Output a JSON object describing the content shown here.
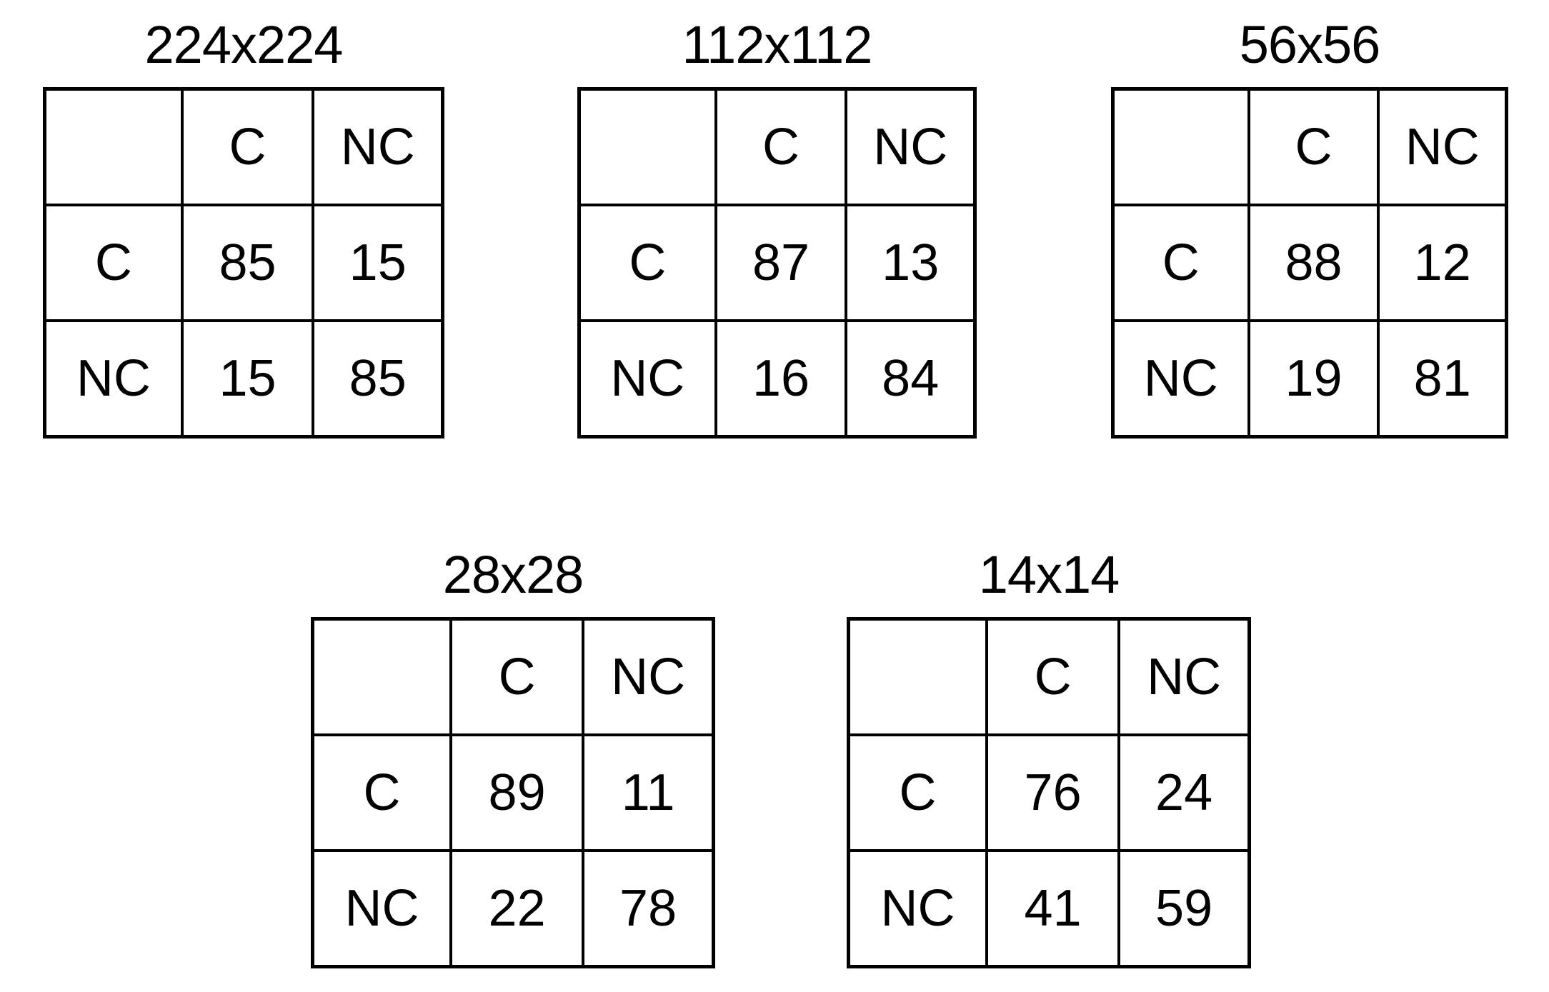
{
  "figure": {
    "kind": "confusion-matrix-grid",
    "row_header_blank": "",
    "class_labels": {
      "positive": "C",
      "negative": "NC"
    }
  },
  "chart_data": {
    "type": "table",
    "title": "",
    "description": "Five 2x2 confusion matrices (percent) at decreasing input image resolutions",
    "legend": [],
    "column_headers": [
      "",
      "C",
      "NC"
    ],
    "row_headers": [
      "C",
      "NC"
    ],
    "matrices": [
      {
        "title": "224x224",
        "columns": [
          "",
          "C",
          "NC"
        ],
        "rows": [
          {
            "header": "C",
            "values": [
              85,
              15
            ]
          },
          {
            "header": "NC",
            "values": [
              15,
              85
            ]
          }
        ]
      },
      {
        "title": "112x112",
        "columns": [
          "",
          "C",
          "NC"
        ],
        "rows": [
          {
            "header": "C",
            "values": [
              87,
              13
            ]
          },
          {
            "header": "NC",
            "values": [
              16,
              84
            ]
          }
        ]
      },
      {
        "title": "56x56",
        "columns": [
          "",
          "C",
          "NC"
        ],
        "rows": [
          {
            "header": "C",
            "values": [
              88,
              12
            ]
          },
          {
            "header": "NC",
            "values": [
              19,
              81
            ]
          }
        ]
      },
      {
        "title": "28x28",
        "columns": [
          "",
          "C",
          "NC"
        ],
        "rows": [
          {
            "header": "C",
            "values": [
              89,
              11
            ]
          },
          {
            "header": "NC",
            "values": [
              22,
              78
            ]
          }
        ]
      },
      {
        "title": "14x14",
        "columns": [
          "",
          "C",
          "NC"
        ],
        "rows": [
          {
            "header": "C",
            "values": [
              76,
              24
            ]
          },
          {
            "header": "NC",
            "values": [
              41,
              59
            ]
          }
        ]
      }
    ]
  },
  "matrices": [
    {
      "title": "224x224",
      "corner": "",
      "col_head_1": "C",
      "col_head_2": "NC",
      "row_head_1": "C",
      "row_head_2": "NC",
      "v11": "85",
      "v12": "15",
      "v21": "15",
      "v22": "85"
    },
    {
      "title": "112x112",
      "corner": "",
      "col_head_1": "C",
      "col_head_2": "NC",
      "row_head_1": "C",
      "row_head_2": "NC",
      "v11": "87",
      "v12": "13",
      "v21": "16",
      "v22": "84"
    },
    {
      "title": "56x56",
      "corner": "",
      "col_head_1": "C",
      "col_head_2": "NC",
      "row_head_1": "C",
      "row_head_2": "NC",
      "v11": "88",
      "v12": "12",
      "v21": "19",
      "v22": "81"
    },
    {
      "title": "28x28",
      "corner": "",
      "col_head_1": "C",
      "col_head_2": "NC",
      "row_head_1": "C",
      "row_head_2": "NC",
      "v11": "89",
      "v12": "11",
      "v21": "22",
      "v22": "78"
    },
    {
      "title": "14x14",
      "corner": "",
      "col_head_1": "C",
      "col_head_2": "NC",
      "row_head_1": "C",
      "row_head_2": "NC",
      "v11": "76",
      "v12": "24",
      "v21": "41",
      "v22": "59"
    }
  ],
  "colors": {
    "background": "#ffffff",
    "border": "#000000",
    "text": "#000000"
  }
}
